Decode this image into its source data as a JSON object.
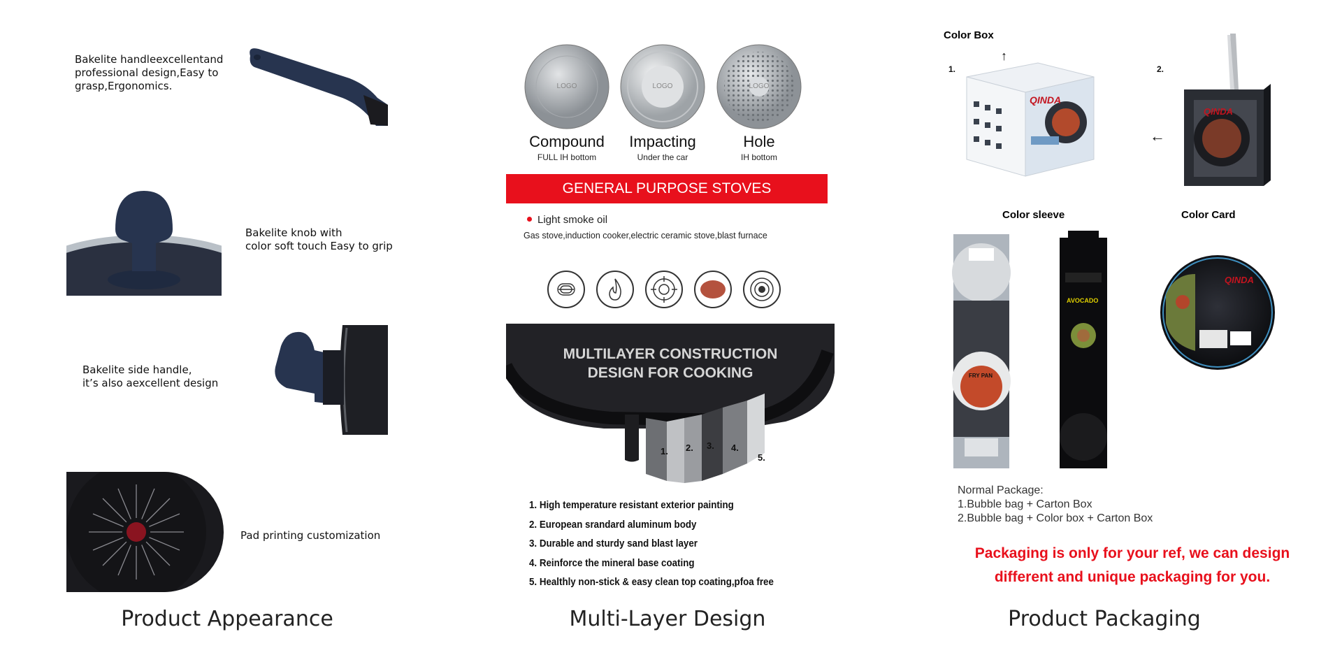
{
  "appearance": {
    "features": [
      {
        "text": "Bakelite handleexcellentand\nprofessional design,Easy to\ngrasp,Ergonomics."
      },
      {
        "text": "Bakelite knob with\ncolor soft touch Easy to grip"
      },
      {
        "text": "Bakelite side handle,\nit’s also aexcellent design"
      },
      {
        "text": "Pad printing customization"
      }
    ],
    "title": "Product Appearance"
  },
  "multilayer": {
    "discs": [
      {
        "label": "Compound",
        "sub": "FULL IH bottom",
        "logo": "LOGO"
      },
      {
        "label": "Impacting",
        "sub": "Under the car",
        "logo": "LOGO"
      },
      {
        "label": "Hole",
        "sub": "IH bottom",
        "logo": "LOGO"
      }
    ],
    "banner": "GENERAL PURPOSE STOVES",
    "oil_bullet": "Light smoke oil",
    "stoves_line": "Gas stove,induction cooker,electric ceramic stove,blast furnace",
    "stove_icons": [
      "induction-coil-icon",
      "flame-icon",
      "gas-burner-icon",
      "ceramic-plate-icon",
      "hotplate-icon"
    ],
    "construction_title_1": "MULTILAYER CONSTRUCTION",
    "construction_title_2": "DESIGN FOR COOKING",
    "layer_numbers": [
      "1.",
      "2.",
      "3.",
      "4.",
      "5."
    ],
    "layers": [
      "1. High temperature resistant exterior painting",
      "2. European srandard aluminum body",
      "3. Durable and sturdy sand blast layer",
      "4. Reinforce the mineral base coating",
      "5. Healthly non-stick & easy clean top coating,pfoa free"
    ],
    "title": "Multi-Layer Design"
  },
  "packaging": {
    "color_box_label": "Color Box",
    "step1": "1.",
    "step2": "2.",
    "brand": "QINDA",
    "color_sleeve_label": "Color sleeve",
    "color_card_label": "Color Card",
    "sleeve_text_1": "FRY PAN",
    "sleeve_text_2": "AVOCADO",
    "normal_package_title": "Normal Package:",
    "normal_package_1": "1.Bubble bag + Carton Box",
    "normal_package_2": "2.Bubble bag + Color box + Carton Box",
    "note_line_1": "Packaging is only for your ref, we can design",
    "note_line_2": "different and unique packaging for you.",
    "title": "Product Packaging"
  },
  "colors": {
    "accent_red": "#e8101c",
    "navy_bakelite": "#27344f",
    "pan_black": "#1b1b1f"
  }
}
